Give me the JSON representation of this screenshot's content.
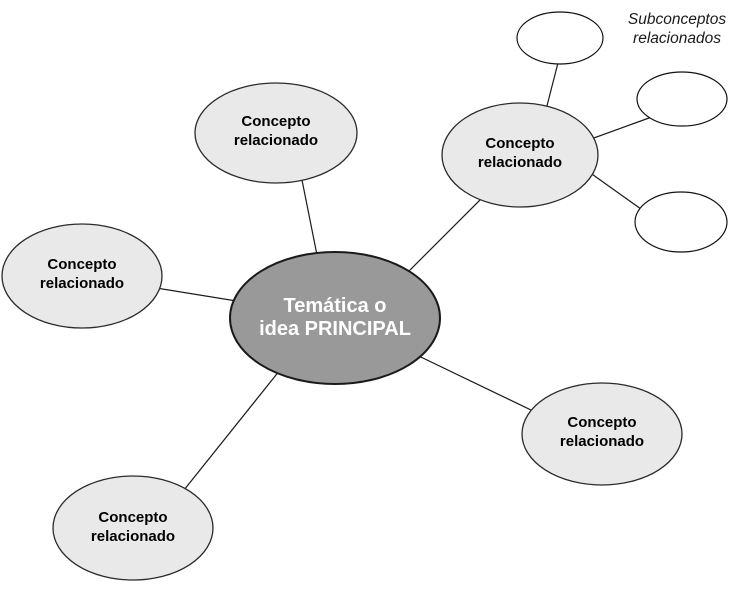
{
  "diagram": {
    "colors": {
      "central_fill": "#999999",
      "related_fill": "#e9e9e9",
      "sub_fill": "#ffffff",
      "central_text": "#ffffff",
      "related_text": "#000000",
      "caption_text": "#1a1a1a",
      "line_color": "#1a1a1a"
    },
    "central_node": {
      "line1": "Temática o",
      "line2": "idea PRINCIPAL"
    },
    "related_nodes": [
      {
        "id": "top",
        "line1": "Concepto",
        "line2": "relacionado"
      },
      {
        "id": "left",
        "line1": "Concepto",
        "line2": "relacionado"
      },
      {
        "id": "bottom-left",
        "line1": "Concepto",
        "line2": "relacionado"
      },
      {
        "id": "top-right",
        "line1": "Concepto",
        "line2": "relacionado"
      },
      {
        "id": "bottom-right",
        "line1": "Concepto",
        "line2": "relacionado"
      }
    ],
    "subconcept_nodes": [
      {
        "id": "sub-top"
      },
      {
        "id": "sub-right"
      },
      {
        "id": "sub-bottom-right"
      }
    ],
    "caption": {
      "line1": "Subconceptos",
      "line2": "relacionados"
    }
  }
}
